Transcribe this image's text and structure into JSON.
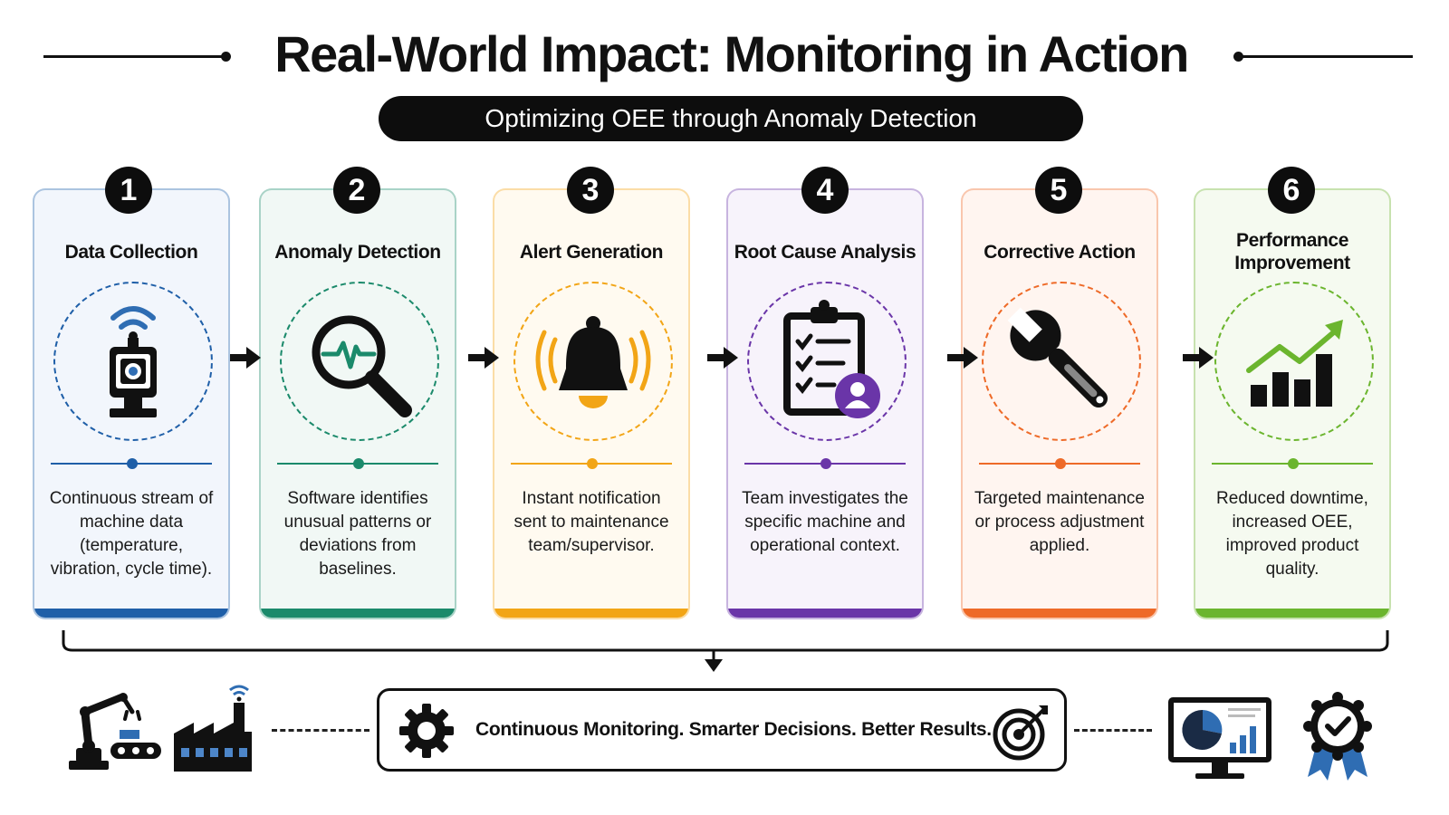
{
  "title": "Real-World Impact: Monitoring in Action",
  "subtitle": "Optimizing OEE through Anomaly Detection",
  "steps": [
    {
      "number": "1",
      "title": "Data Collection",
      "description": "Continuous stream of machine data (temperature, vibration, cycle time).",
      "icon": "sensor-camera-icon",
      "color": "#1f5fa8",
      "bg": "#f2f6fc"
    },
    {
      "number": "2",
      "title": "Anomaly Detection",
      "description": "Software identifies unusual patterns or deviations from baselines.",
      "icon": "magnifier-pulse-icon",
      "color": "#1b8a6b",
      "bg": "#f1f8f5"
    },
    {
      "number": "3",
      "title": "Alert Generation",
      "description": "Instant notification sent to maintenance team/supervisor.",
      "icon": "bell-icon",
      "color": "#f2a516",
      "bg": "#fffaf0"
    },
    {
      "number": "4",
      "title": "Root Cause Analysis",
      "description": "Team investigates the specific machine and operational context.",
      "icon": "clipboard-user-icon",
      "color": "#6a35a8",
      "bg": "#f7f3fb"
    },
    {
      "number": "5",
      "title": "Corrective Action",
      "description": "Targeted maintenance or process adjustment applied.",
      "icon": "wrench-icon",
      "color": "#ee6a28",
      "bg": "#fff5f0"
    },
    {
      "number": "6",
      "title": "Performance Improvement",
      "description": "Reduced downtime, increased OEE, improved product quality.",
      "icon": "growth-chart-icon",
      "color": "#6bb52e",
      "bg": "#f5faf0"
    }
  ],
  "footer": {
    "slogan": "Continuous Monitoring. Smarter Decisions. Better Results.",
    "icons": [
      "robot-arm-icon",
      "factory-icon",
      "gear-icon",
      "target-icon",
      "dashboard-monitor-icon",
      "award-badge-icon"
    ]
  }
}
